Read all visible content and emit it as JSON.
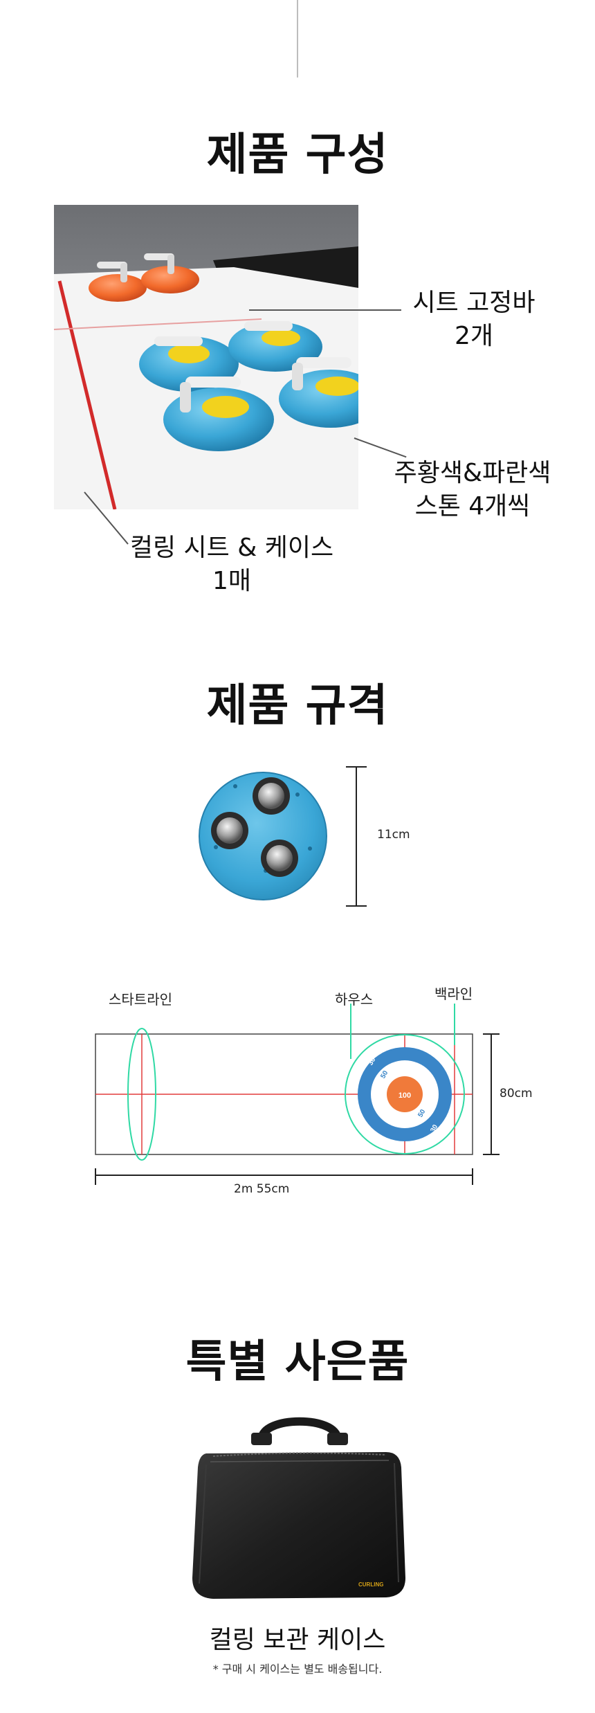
{
  "composition": {
    "title": "제품 구성",
    "callouts": {
      "sheet_bar": [
        "시트 고정바",
        "2개"
      ],
      "stones": [
        "주황색&파란색",
        "스톤 4개씩"
      ],
      "sheet_case": [
        "컬링 시트 & 케이스",
        "1매"
      ]
    }
  },
  "specs": {
    "title": "제품 규격",
    "stone_diameter": "11cm",
    "sheet": {
      "start_line": "스타트라인",
      "house": "하우스",
      "back_line": "백라인",
      "width": "80cm",
      "length": "2m 55cm",
      "scores": {
        "inner": "100",
        "middle": "50",
        "outer": "30"
      }
    }
  },
  "gift": {
    "title": "특별 사은품",
    "bag_logo": "CURLING",
    "caption": "컬링 보관 케이스",
    "note": "* 구매 시 케이스는 별도 배송됩니다."
  },
  "colors": {
    "stone_blue": "#3aa6d6",
    "stone_orange": "#f26a2b",
    "house_blue": "#3a86c8",
    "house_orange": "#f07a3a",
    "sheet_red": "#e23b3b",
    "highlight_green": "#2fd9a4"
  }
}
